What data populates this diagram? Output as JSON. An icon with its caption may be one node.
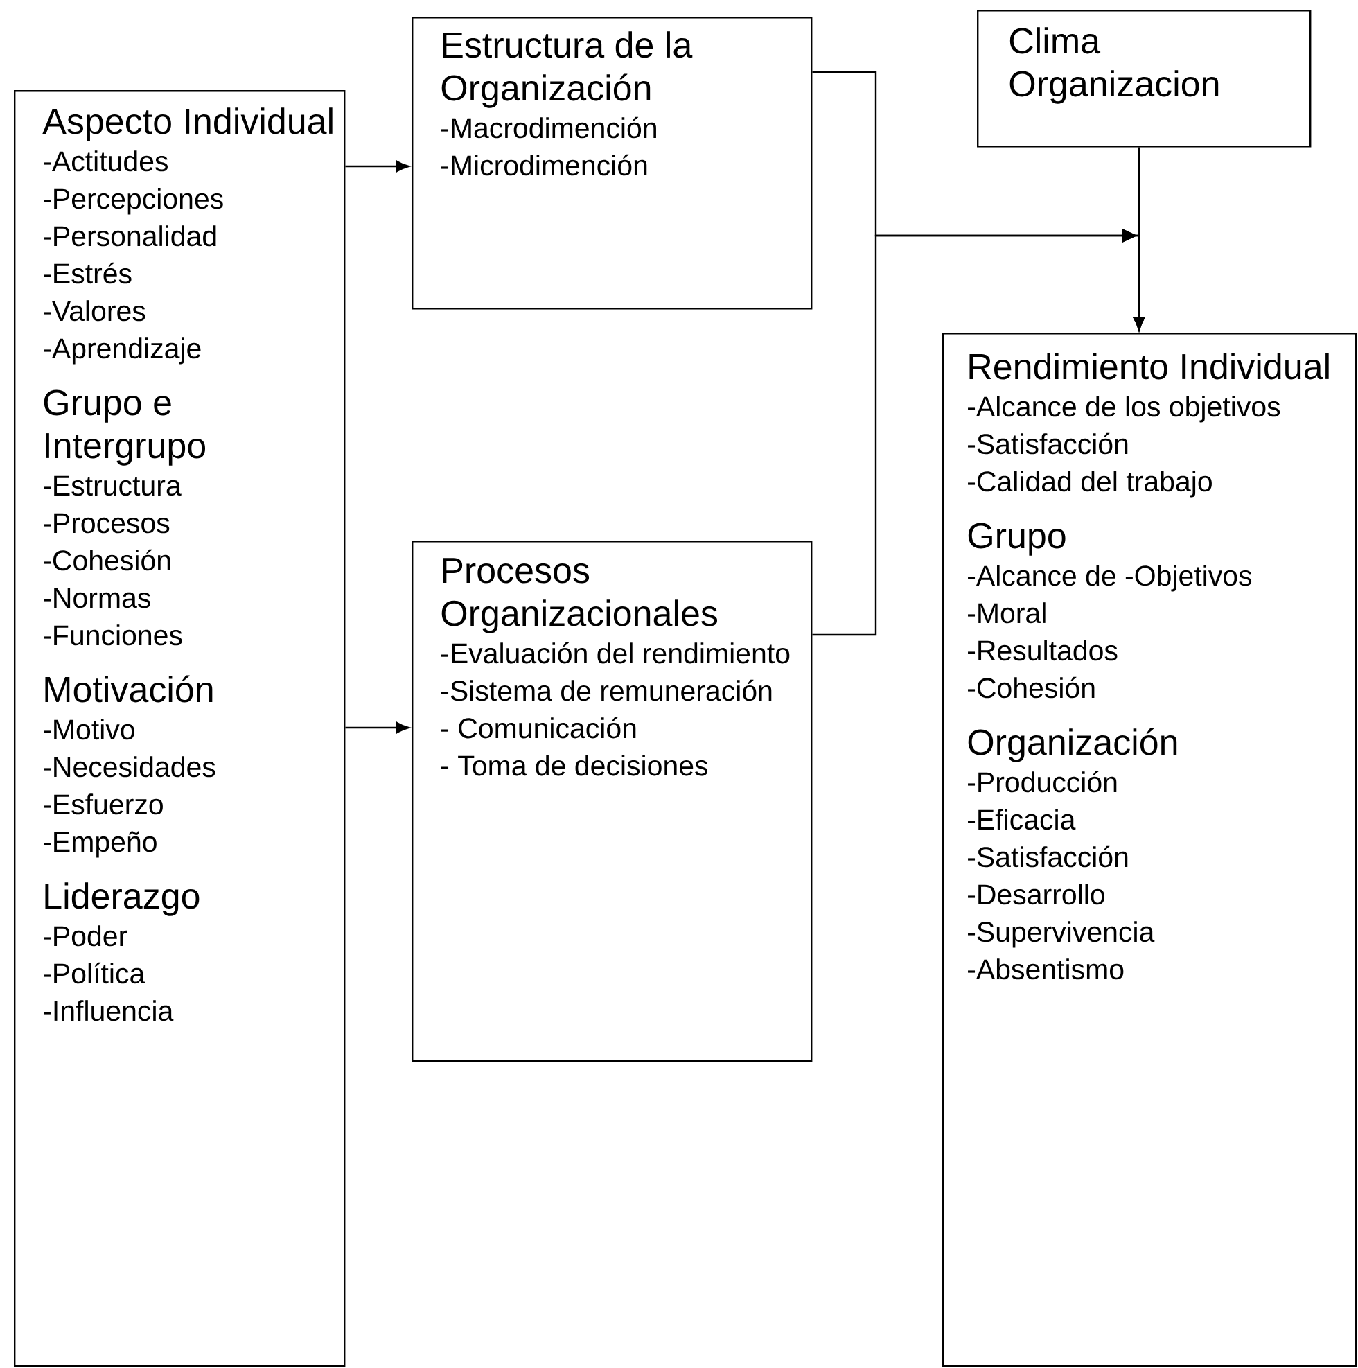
{
  "diagram": {
    "nodes": [
      {
        "text": [
          "Aspecto Individual",
          "-Actitudes",
          "-Percepciones",
          "-Personalidad",
          "-Estrés",
          "-Valores",
          "-Aprendizaje",
          "Grupo e Intergrupo",
          "-Estructura",
          "-Procesos",
          "-Cohesión",
          "-Normas",
          "-Funciones",
          "Motivación",
          "-Motivo",
          "-Necesidades",
          "-Esfuerzo",
          "-Empeño",
          "Liderazgo",
          "-Poder",
          "-Política",
          "-Influencia"
        ]
      },
      {
        "text": [
          "Estructura de la Organización",
          "-Macrodimención",
          "-Microdimención"
        ]
      },
      {
        "text": [
          "Procesos Organizacionales",
          "-Evaluación del rendimiento",
          "-Sistema de remuneración",
          "- Comunicación",
          "- Toma de decisiones"
        ]
      },
      {
        "text": [
          "Clima Organizacion"
        ]
      },
      {
        "text": [
          "Rendimiento Individual",
          "-Alcance de los objetivos",
          "-Satisfacción",
          "-Calidad del trabajo",
          "Grupo",
          "-Alcance de -Objetivos",
          "-Moral",
          "-Resultados",
          "-Cohesión",
          "Organización",
          "-Producción",
          "-Eficacia",
          "-Satisfacción",
          "-Desarrollo",
          "-Supervivencia",
          "-Absentismo"
        ]
      }
    ],
    "edges": [
      {
        "from": 0,
        "to": 1,
        "arrow": "to"
      },
      {
        "from": 0,
        "to": 2,
        "arrow": "to"
      },
      {
        "from": 1,
        "to": 4,
        "arrow": "to"
      },
      {
        "from": 2,
        "to": 4,
        "arrow": "to"
      },
      {
        "from": 3,
        "to": 4,
        "arrow": "to"
      }
    ]
  }
}
